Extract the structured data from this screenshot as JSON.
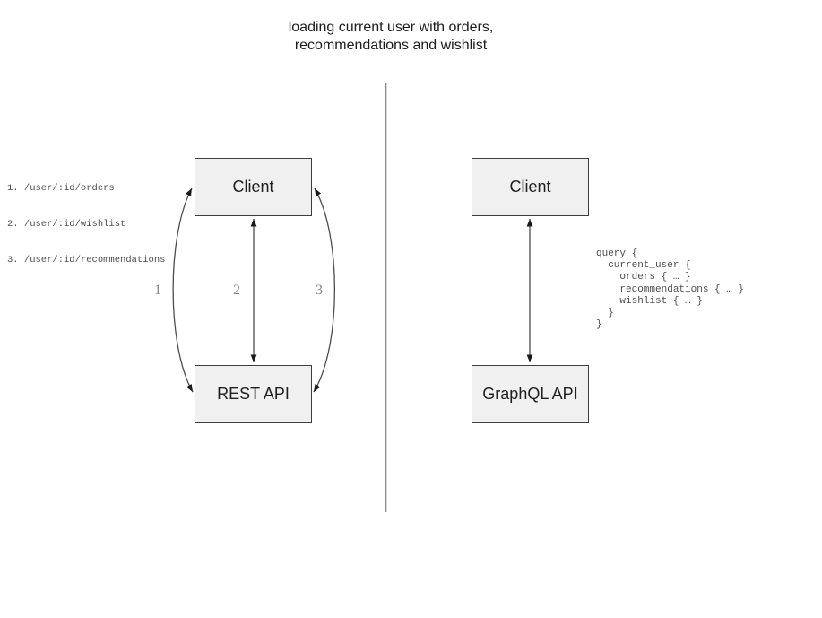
{
  "title": "loading current user with orders,\nrecommendations and wishlist",
  "rest_panel": {
    "endpoints": [
      "1. /user/:id/orders",
      "2. /user/:id/wishlist",
      "3. /user/:id/recommendations"
    ],
    "client_label": "Client",
    "api_label": "REST API",
    "arrow_labels": [
      "1",
      "2",
      "3"
    ]
  },
  "graphql_panel": {
    "client_label": "Client",
    "api_label": "GraphQL API",
    "query": "query {\n  current_user {\n    orders { … }\n    recommendations { … }\n    wishlist { … }\n  }\n}"
  },
  "colors": {
    "box_fill": "#f0f0f0",
    "box_border": "#3d3d3d",
    "arrow": "#4d4d4d",
    "arrow_head": "#1a1a1a",
    "code_text": "#4d4d4d",
    "edge_label_text": "#888888",
    "divider": "#8a8a8a",
    "title_text": "#1c1c1c"
  }
}
